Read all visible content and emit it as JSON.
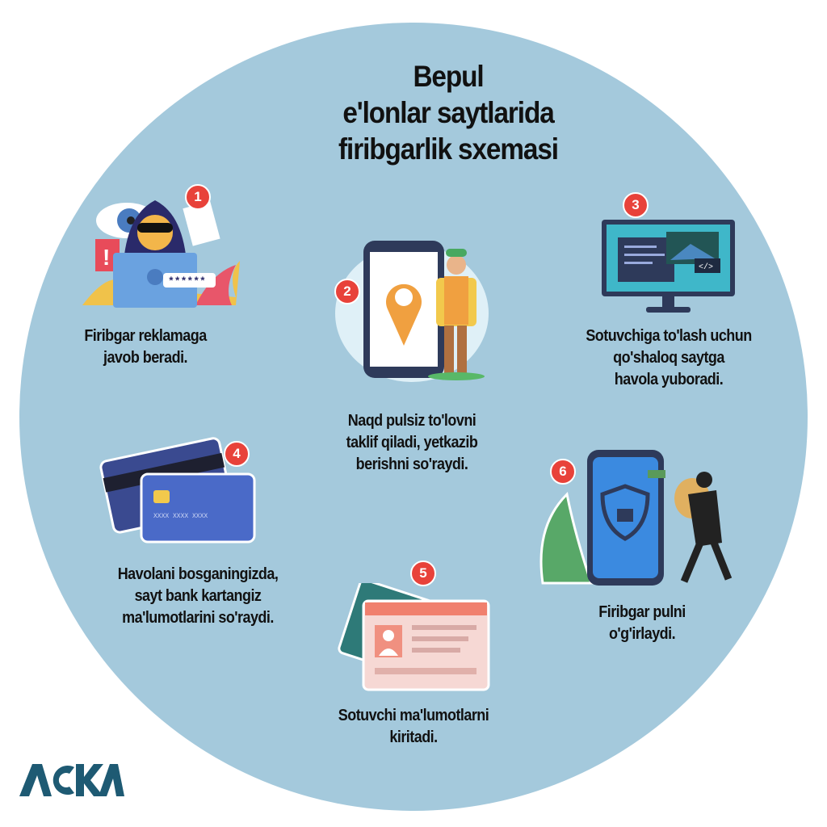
{
  "title": [
    "Bepul",
    "e'lonlar saytlarida",
    "firibgarlik sxemasi"
  ],
  "steps": [
    {
      "number": "1",
      "lines": [
        "Firibgar reklamaga",
        "javob beradi."
      ],
      "icon": "hacker-laptop-icon"
    },
    {
      "number": "2",
      "lines": [
        "Naqd pulsiz to'lovni",
        "taklif qiladi, yetkazib",
        "berishni so'raydi."
      ],
      "icon": "phone-location-courier-icon"
    },
    {
      "number": "3",
      "lines": [
        "Sotuvchiga to'lash uchun",
        "qo'shaloq saytga",
        "havola yuboradi."
      ],
      "icon": "monitor-code-icon"
    },
    {
      "number": "4",
      "lines": [
        "Havolani bosganingizda,",
        "sayt bank kartangiz",
        "ma'lumotlarini so'raydi."
      ],
      "icon": "bank-cards-icon"
    },
    {
      "number": "5",
      "lines": [
        "Sotuvchi ma'lumotlarni",
        "kiritadi."
      ],
      "icon": "id-card-icon"
    },
    {
      "number": "6",
      "lines": [
        "Firibgar pulni",
        "o'g'irlaydi."
      ],
      "icon": "thief-phone-icon"
    }
  ],
  "password_mask": "******",
  "card_number_mask": "XXXX XXXX XXXX",
  "logo": "ACKA",
  "colors": {
    "circle": "#a4c9dc",
    "badge": "#e8423a",
    "logo": "#1e5a73"
  }
}
